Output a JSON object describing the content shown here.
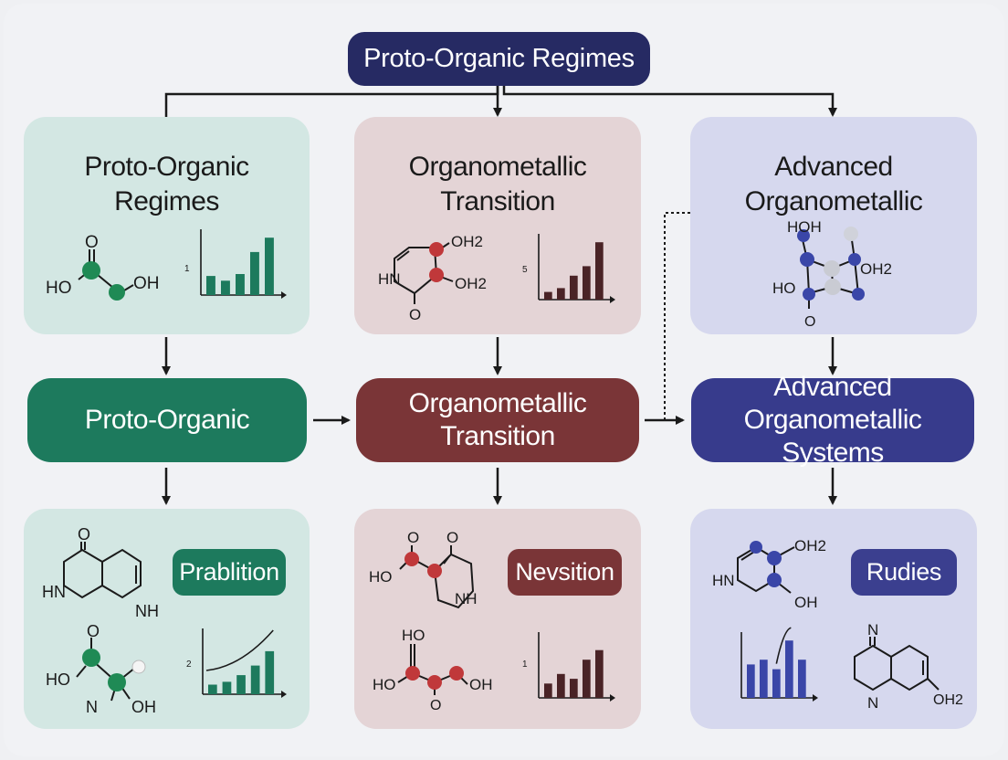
{
  "title": "Proto-Organic Regimes",
  "colors": {
    "green": "#1d7a5d",
    "red": "#7a3537",
    "blue": "#373b8c",
    "navy": "#262a63",
    "green_panel": "#d3e7e3",
    "red_panel": "#e4d4d6",
    "blue_panel": "#d6d8ee"
  },
  "top_panels": {
    "green": {
      "title_line1": "Proto-Organic",
      "title_line2": "Regimes",
      "chart_tick": "1",
      "mol_o": "O",
      "mol_ho": "HO",
      "mol_oh": "OH"
    },
    "red": {
      "title_line1": "Organometallic",
      "title_line2": "Transition",
      "chart_tick": "5",
      "mol_oh2_top": "OH2",
      "mol_hn": "HN",
      "mol_oh2_right": "OH2",
      "mol_o": "O"
    },
    "blue": {
      "title_line1": "Advanced",
      "title_line2": "Organometallic",
      "mol_hoh": "HOH",
      "mol_oh2": "OH2",
      "mol_ho": "HO",
      "mol_o": "O"
    }
  },
  "stages": {
    "green": {
      "line1": "Proto-Organic"
    },
    "red": {
      "line1": "Organometallic",
      "line2": "Transition"
    },
    "blue": {
      "line1": "Advanced Organometallic",
      "line2": "Systems"
    }
  },
  "bottom_panels": {
    "green": {
      "badge": "Prablition",
      "chart_tick": "2",
      "mol1_o": "O",
      "mol1_hn": "HN",
      "mol1_nh": "NH",
      "mol2_o": "O",
      "mol2_ho": "HO",
      "mol2_n": "N",
      "mol2_oh": "OH"
    },
    "red": {
      "badge": "Nevsition",
      "chart_tick": "1",
      "mol1_o_left": "O",
      "mol1_ho": "HO",
      "mol1_o_right": "O",
      "mol1_nh": "NH",
      "mol2_ho_top": "HO",
      "mol2_ho_left": "HO",
      "mol2_oh": "OH",
      "mol2_o": "O"
    },
    "blue": {
      "badge": "Rudies",
      "mol1_oh2": "OH2",
      "mol1_hn": "HN",
      "mol1_oh": "OH",
      "mol2_n": "N",
      "mol2_n_bottom": "N",
      "mol2_oh2": "OH2"
    }
  },
  "mini_charts": [
    {
      "name": "top-green",
      "values": [
        2,
        1.5,
        2.2,
        4.5,
        6
      ]
    },
    {
      "name": "top-red",
      "values": [
        0.8,
        1.2,
        2.5,
        3.5,
        6
      ]
    },
    {
      "name": "bottom-green",
      "values": [
        1,
        1.3,
        2,
        3,
        4.5
      ]
    },
    {
      "name": "bottom-red",
      "values": [
        1.5,
        2.5,
        2,
        4,
        5
      ]
    },
    {
      "name": "bottom-blue",
      "values": [
        3.5,
        4,
        3,
        6,
        4
      ]
    }
  ]
}
